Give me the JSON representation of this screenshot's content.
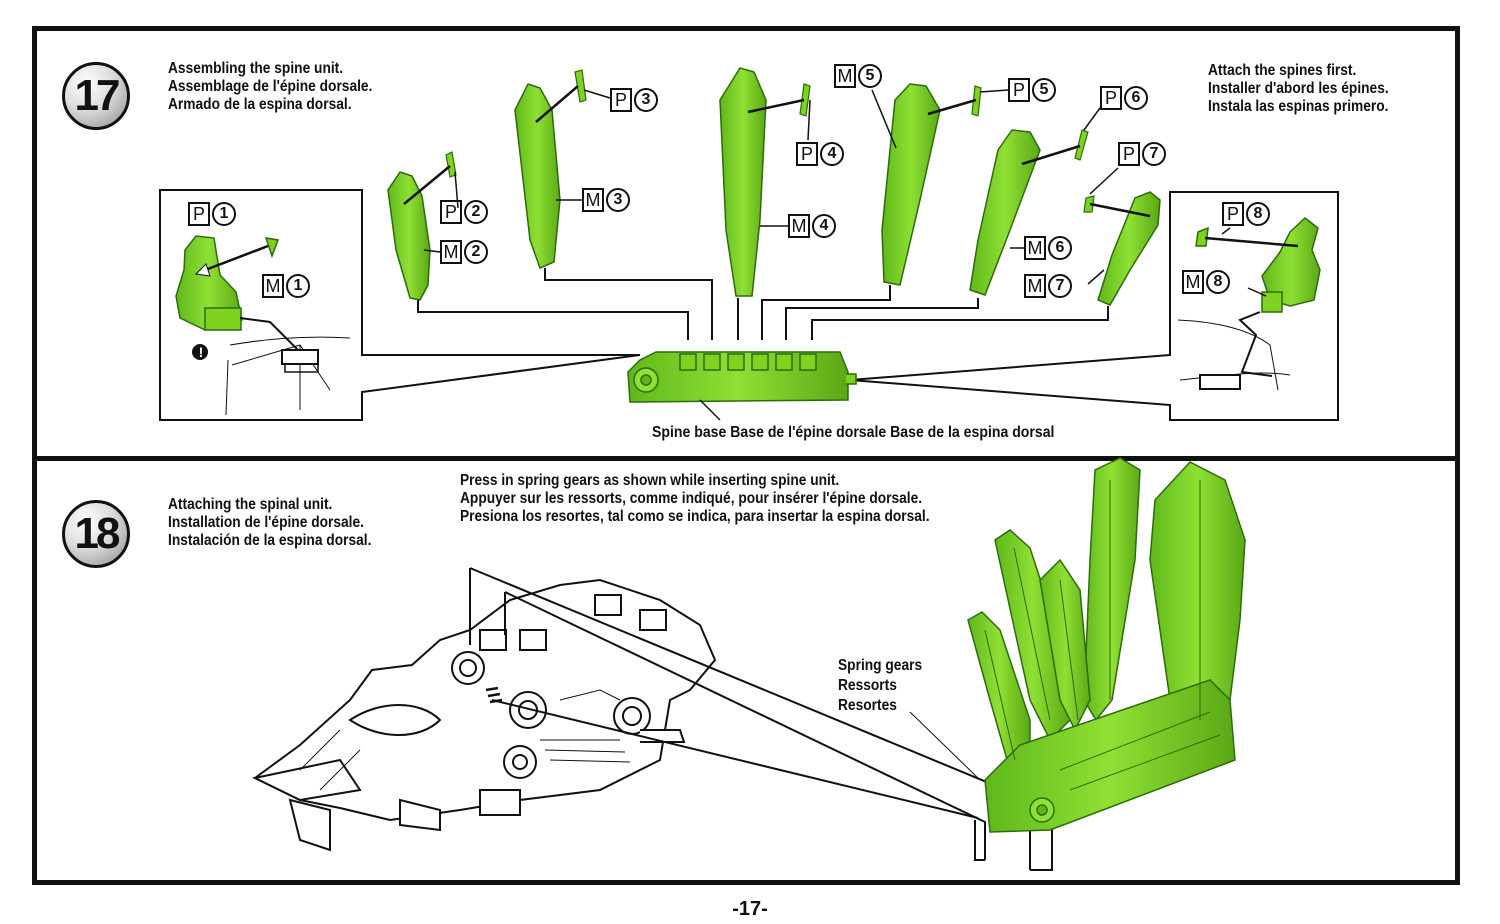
{
  "page_number": "-17-",
  "step17": {
    "number": "17",
    "title_lines": [
      "Assembling the spine unit.",
      "Assemblage de l'épine dorsale.",
      "Armado de la espina dorsal."
    ],
    "note_lines": [
      "Attach the spines first.",
      "Installer d'abord les épines.",
      "Instala las espinas primero."
    ],
    "spine_base_label": "Spine base  Base de l'épine dorsale  Base de la espina dorsal",
    "warning_symbol": "!",
    "part_tags": [
      {
        "letter": "P",
        "num": "1"
      },
      {
        "letter": "M",
        "num": "1"
      },
      {
        "letter": "P",
        "num": "2"
      },
      {
        "letter": "M",
        "num": "2"
      },
      {
        "letter": "P",
        "num": "3"
      },
      {
        "letter": "M",
        "num": "3"
      },
      {
        "letter": "P",
        "num": "4"
      },
      {
        "letter": "M",
        "num": "4"
      },
      {
        "letter": "M",
        "num": "5"
      },
      {
        "letter": "P",
        "num": "5"
      },
      {
        "letter": "P",
        "num": "6"
      },
      {
        "letter": "M",
        "num": "6"
      },
      {
        "letter": "P",
        "num": "7"
      },
      {
        "letter": "M",
        "num": "7"
      },
      {
        "letter": "P",
        "num": "8"
      },
      {
        "letter": "M",
        "num": "8"
      }
    ]
  },
  "step18": {
    "number": "18",
    "title_lines": [
      "Attaching the spinal unit.",
      "Installation de l'épine dorsale.",
      "Instalación de la espina dorsal."
    ],
    "instruction_lines": [
      "Press in spring gears as shown while inserting spine unit.",
      "Appuyer sur les ressorts, comme indiqué, pour insérer l'épine dorsale.",
      "Presiona los resortes, tal como se indica, para insertar la espina dorsal."
    ],
    "callout_lines": [
      "Spring gears",
      "Ressorts",
      "Resortes"
    ]
  },
  "colors": {
    "part_green": "#7ed321",
    "part_dark": "#3d8a12",
    "line": "#111111"
  }
}
